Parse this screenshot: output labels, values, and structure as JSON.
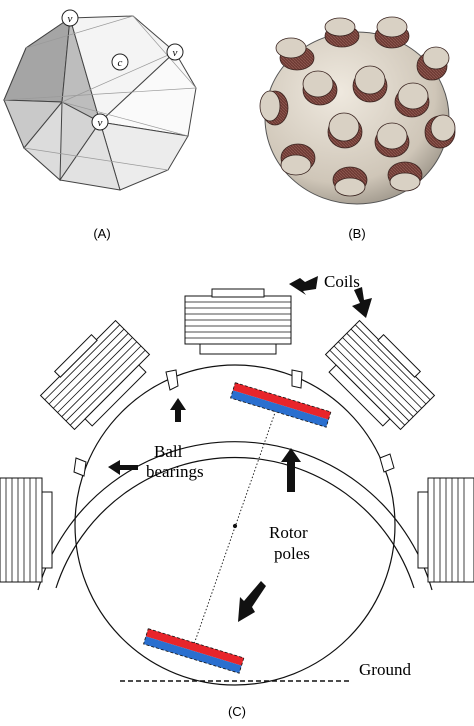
{
  "panels": {
    "a": {
      "label": "(A)",
      "vertex_marker": "v",
      "center_marker": "c"
    },
    "b": {
      "label": "(B)"
    },
    "c": {
      "label": "(C)"
    }
  },
  "annotations": {
    "coils": "Coils",
    "ball": "Ball",
    "bearings": "bearings",
    "rotor": "Rotor",
    "poles": "poles",
    "ground": "Ground"
  },
  "colors": {
    "pole_red": "#e8252b",
    "pole_blue": "#2a6fcf",
    "coil_brown": "#6e3a34",
    "sphere_fill": "#cfc6b8",
    "cap_fill": "#d9d1c4"
  }
}
